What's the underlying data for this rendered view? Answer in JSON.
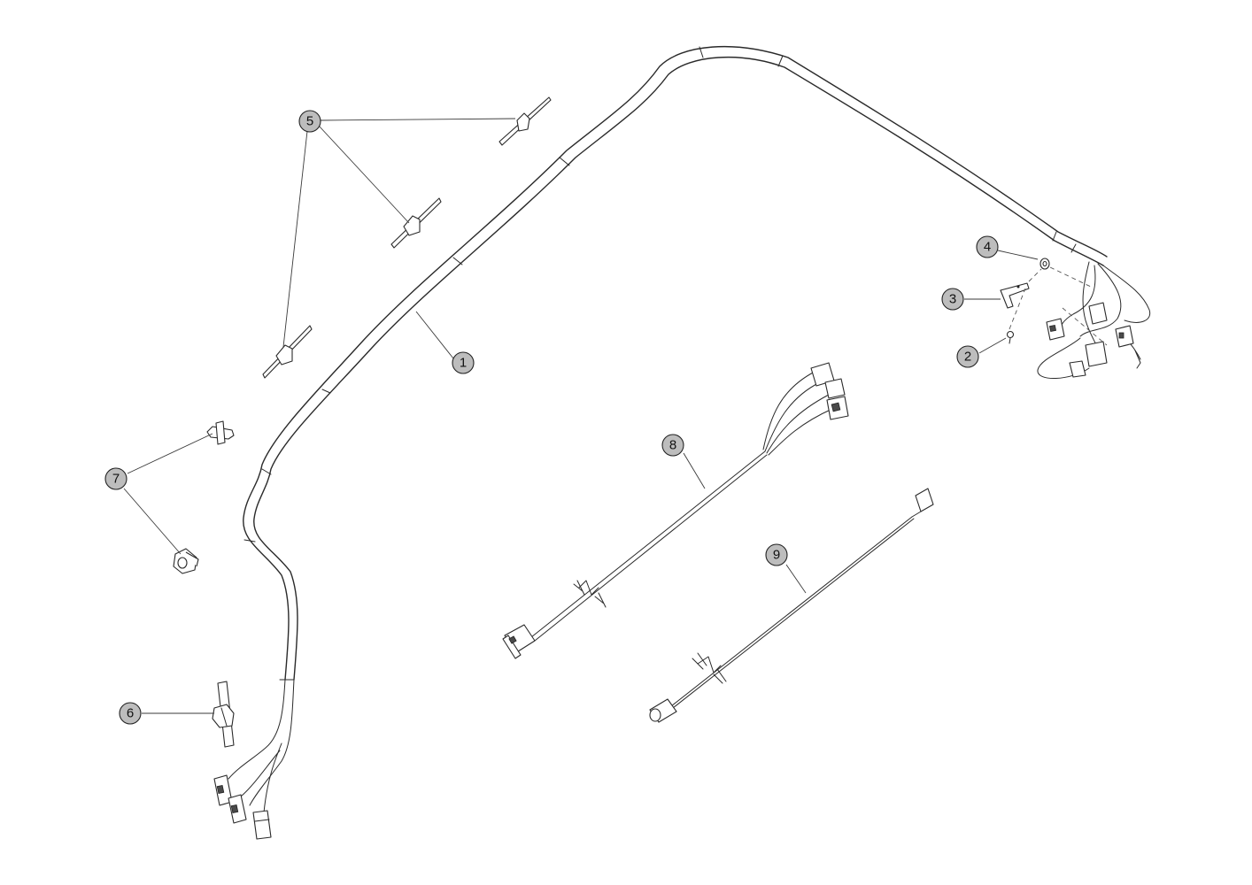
{
  "callouts": [
    {
      "id": "balloon-1",
      "label": "1"
    },
    {
      "id": "balloon-2",
      "label": "2"
    },
    {
      "id": "balloon-3",
      "label": "3"
    },
    {
      "id": "balloon-4",
      "label": "4"
    },
    {
      "id": "balloon-5",
      "label": "5"
    },
    {
      "id": "balloon-6",
      "label": "6"
    },
    {
      "id": "balloon-7",
      "label": "7"
    },
    {
      "id": "balloon-8",
      "label": "8"
    },
    {
      "id": "balloon-9",
      "label": "9"
    }
  ],
  "colors": {
    "line": "#2a2a2a",
    "balloon_fill": "#bdbdbd",
    "background": "#ffffff"
  }
}
